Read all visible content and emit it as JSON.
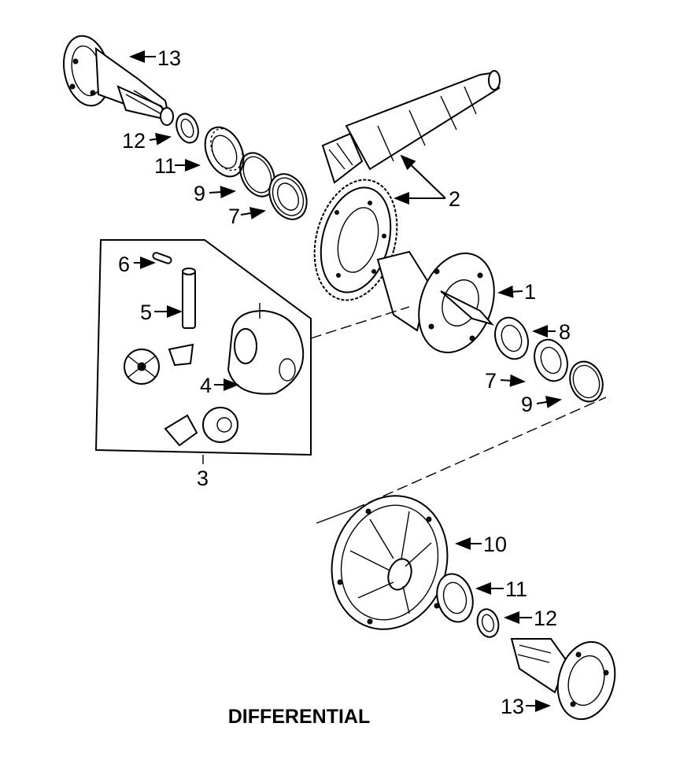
{
  "title": "DIFFERENTIAL",
  "callouts": {
    "c13_top": "13",
    "c12_top": "12",
    "c11_top": "11",
    "c9_top": "9",
    "c7_top": "7",
    "c2": "2",
    "c6": "6",
    "c5": "5",
    "c1": "1",
    "c8": "8",
    "c7_right": "7",
    "c9_right": "9",
    "c4": "4",
    "c3": "3",
    "c10": "10",
    "c11_bottom": "11",
    "c12_bottom": "12",
    "c13_bottom": "13"
  },
  "colors": {
    "ink": "#000000",
    "background": "#ffffff"
  }
}
